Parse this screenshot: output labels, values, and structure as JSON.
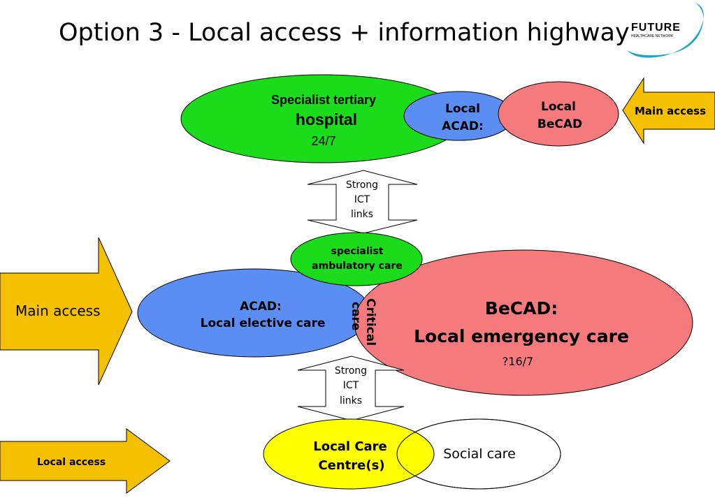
{
  "title": "Option 3 - Local access + information highway",
  "logo": {
    "name": "FUTURE",
    "tagline": "HEALTHCARE NETWORK",
    "color": "#1fa6c8"
  },
  "colors": {
    "green": "#1adc1a",
    "blue": "#5b8ef2",
    "red": "#f47a7e",
    "yellow": "#ffff00",
    "orange": "#f5c000"
  },
  "tertiary": {
    "line1": "Specialist tertiary",
    "line2": "hospital",
    "hours": "24/7"
  },
  "local_acad_top": {
    "line1": "Local",
    "line2": "ACAD:"
  },
  "local_becad_top": {
    "line1": "Local",
    "line2": "BeCAD"
  },
  "main_access_top": "Main access",
  "ict_top": {
    "line1": "Strong",
    "line2": "ICT",
    "line3": "links"
  },
  "ambulatory": {
    "line1": "specialist",
    "line2": "ambulatory care"
  },
  "main_access_left": "Main access",
  "acad": {
    "line1": "ACAD:",
    "line2": "Local elective care"
  },
  "critical_care": {
    "line1": "Critical",
    "line2": "care"
  },
  "becad": {
    "line1": "BeCAD:",
    "line2": "Local emergency care",
    "hours": "?16/7"
  },
  "ict_bottom": {
    "line1": "Strong",
    "line2": "ICT",
    "line3": "links"
  },
  "local_care": {
    "line1": "Local Care",
    "line2": "Centre(s)"
  },
  "social_care": "Social care",
  "local_access": "Local access"
}
